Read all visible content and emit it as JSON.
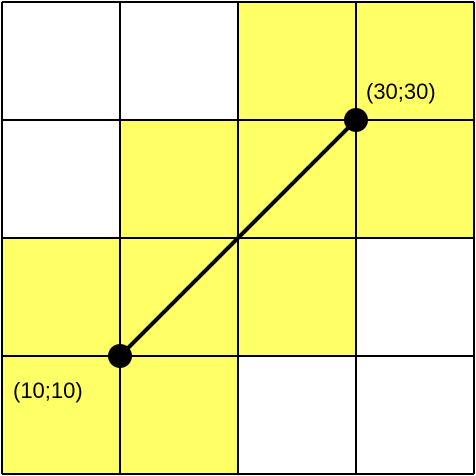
{
  "grid": {
    "rows": 4,
    "cols": 4,
    "colors": {
      "filled": "#ffff66",
      "empty": "#ffffff",
      "line": "#000000",
      "segment": "#000000",
      "point": "#000000"
    },
    "cells": [
      [
        0,
        0,
        1,
        1
      ],
      [
        0,
        1,
        1,
        1
      ],
      [
        1,
        1,
        1,
        0
      ],
      [
        1,
        1,
        0,
        0
      ]
    ]
  },
  "points": [
    {
      "label": "(10;10)",
      "x": 10,
      "y": 10
    },
    {
      "label": "(30;30)",
      "x": 30,
      "y": 30
    }
  ]
}
